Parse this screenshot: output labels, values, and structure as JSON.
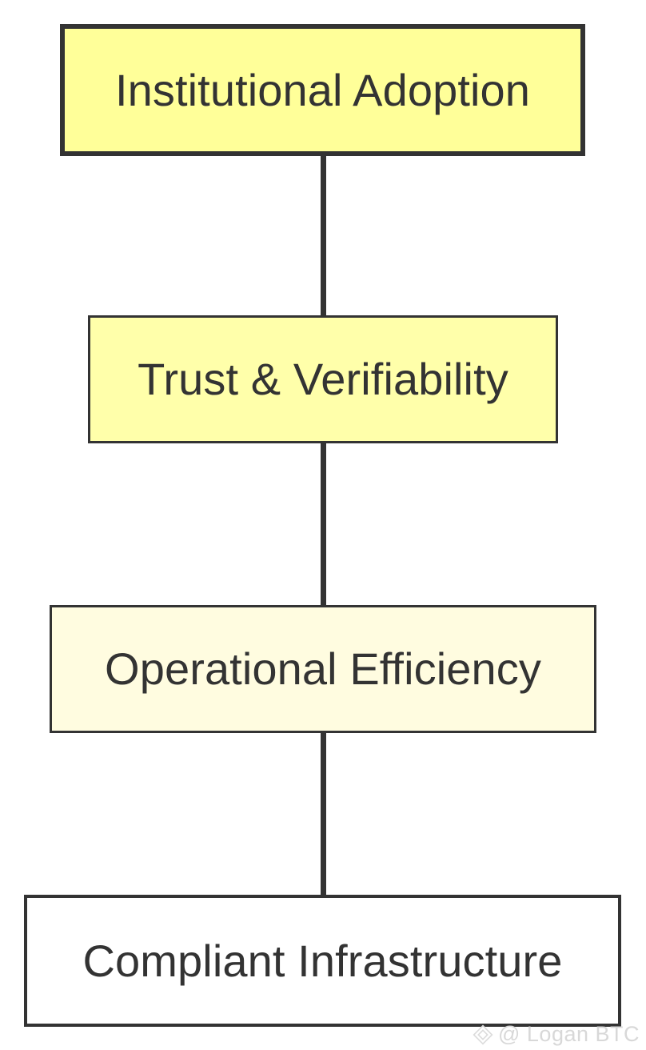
{
  "diagram": {
    "type": "flowchart",
    "orientation": "vertical-top-to-bottom",
    "nodes": [
      {
        "id": "institutional-adoption",
        "label": "Institutional Adoption",
        "fill": "#ffff99",
        "border_color": "#333333",
        "text_color": "#333333",
        "level": 1
      },
      {
        "id": "trust-verifiability",
        "label": "Trust & Verifiability",
        "fill": "#ffffaa",
        "border_color": "#333333",
        "text_color": "#333333",
        "level": 2
      },
      {
        "id": "operational-efficiency",
        "label": "Operational Efficiency",
        "fill": "#fffce0",
        "border_color": "#333333",
        "text_color": "#333333",
        "level": 3
      },
      {
        "id": "compliant-infrastructure",
        "label": "Compliant Infrastructure",
        "fill": "#ffffff",
        "border_color": "#333333",
        "text_color": "#333333",
        "level": 4
      }
    ],
    "edges": [
      {
        "id": "edge-1",
        "from": "institutional-adoption",
        "to": "trust-verifiability",
        "color": "#333333"
      },
      {
        "id": "edge-2",
        "from": "trust-verifiability",
        "to": "operational-efficiency",
        "color": "#333333"
      },
      {
        "id": "edge-3",
        "from": "operational-efficiency",
        "to": "compliant-infrastructure",
        "color": "#333333"
      }
    ],
    "background": "#ffffff"
  },
  "watermark": {
    "text": "@ Logan BTC",
    "logo_icon": "diamond-logo-icon",
    "color": "#d8d8d8"
  }
}
